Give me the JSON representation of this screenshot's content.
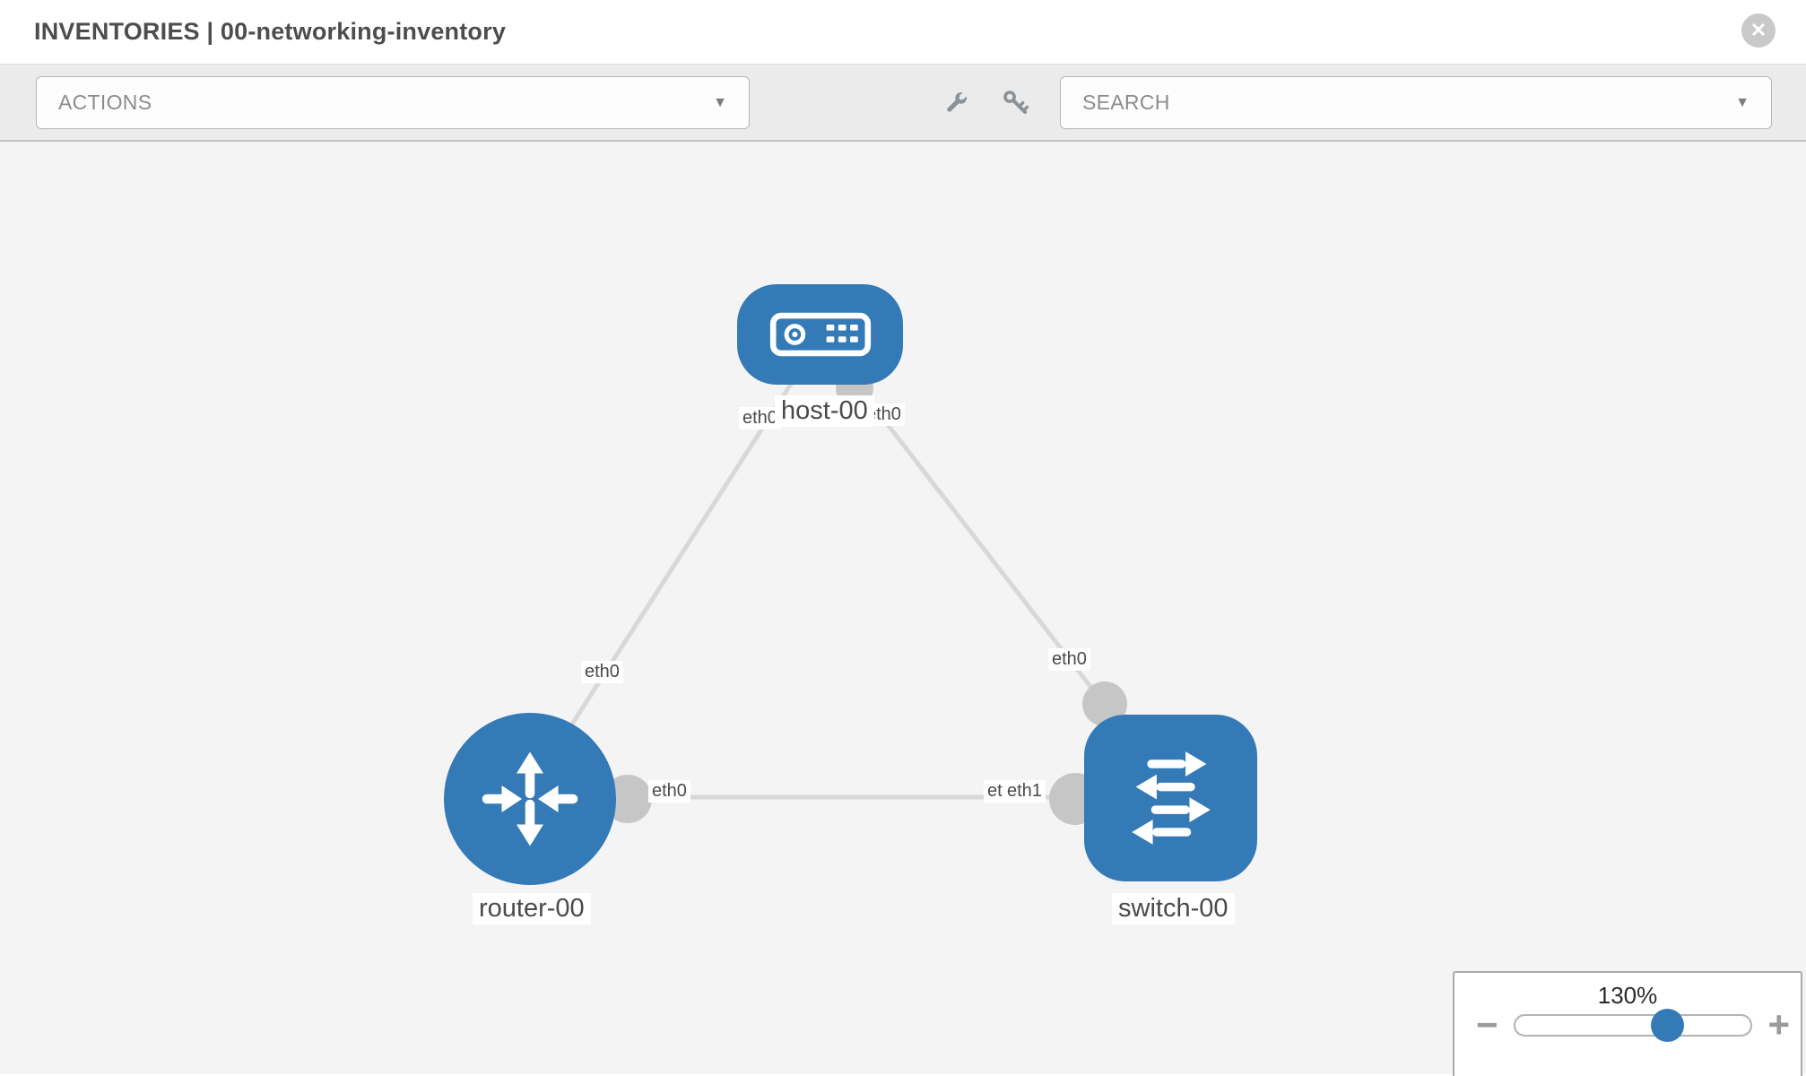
{
  "header": {
    "title": "INVENTORIES | 00-networking-inventory",
    "close_glyph": "✕"
  },
  "toolbar": {
    "actions": {
      "label": "ACTIONS",
      "caret": "▼"
    },
    "search": {
      "label": "SEARCH",
      "caret": "▼"
    },
    "icons": [
      "wrench",
      "key"
    ]
  },
  "topology": {
    "nodes": [
      {
        "id": "host-00",
        "type": "host",
        "label": "host-00"
      },
      {
        "id": "router-00",
        "type": "router",
        "label": "router-00"
      },
      {
        "id": "switch-00",
        "type": "switch",
        "label": "switch-00"
      }
    ],
    "links": [
      {
        "source": "host-00",
        "target": "router-00",
        "source_port": "eth0",
        "target_port": "eth0"
      },
      {
        "source": "host-00",
        "target": "switch-00",
        "source_port": "eth0",
        "target_port": "eth0"
      },
      {
        "source": "router-00",
        "target": "switch-00",
        "source_port": "eth0",
        "target_ports": [
          "eth0",
          "eth1"
        ]
      }
    ]
  },
  "zoom_control": {
    "value": "130%",
    "percent": 130,
    "minus_glyph": "−",
    "plus_glyph": "+"
  },
  "colors": {
    "node_blue": "#337ab7",
    "link_gray": "#d8d8d8",
    "connector_gray": "#c6c6c6",
    "toolbar_gray": "#ebebeb",
    "canvas_gray": "#f4f4f5",
    "chip_text": "#4a4a4a"
  }
}
